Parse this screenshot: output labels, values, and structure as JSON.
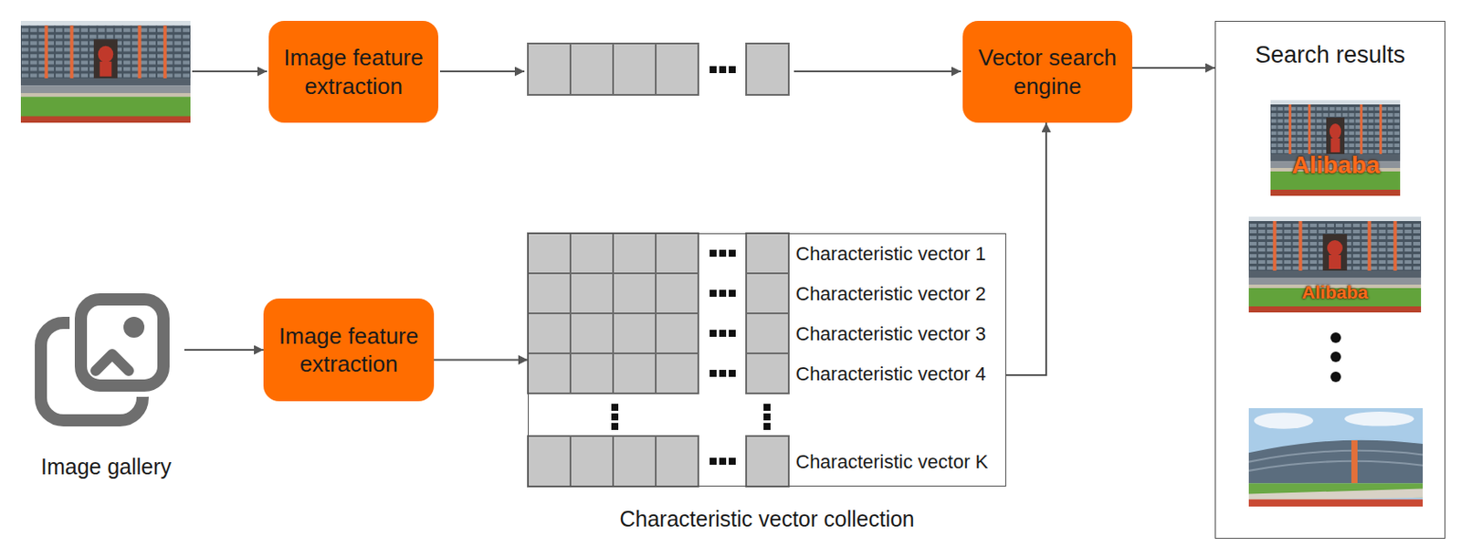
{
  "diagram": {
    "nodes": [
      {
        "text": [
          "Image feature extraction"
        ]
      },
      {
        "text": [
          "Vector search engine"
        ]
      },
      {
        "text": [
          "Search results"
        ]
      },
      {
        "text": [
          "Image gallery"
        ]
      },
      {
        "text": [
          "Image feature extraction"
        ]
      },
      {
        "text": [
          "Characteristic vector collection"
        ]
      }
    ],
    "edges": [
      {
        "from": 1,
        "to": 2,
        "arrow": "to"
      },
      {
        "from": 3,
        "to": 4,
        "arrow": "to"
      },
      {
        "from": 4,
        "to": 5,
        "arrow": "to"
      },
      {
        "from": 5,
        "to": 1,
        "arrow": "to"
      }
    ],
    "labels": [
      "Characteristic vector 1",
      "Characteristic vector 2",
      "Characteristic vector 3",
      "Characteristic vector 4",
      "Characteristic vector K",
      "Alibaba",
      "Alibaba"
    ]
  }
}
